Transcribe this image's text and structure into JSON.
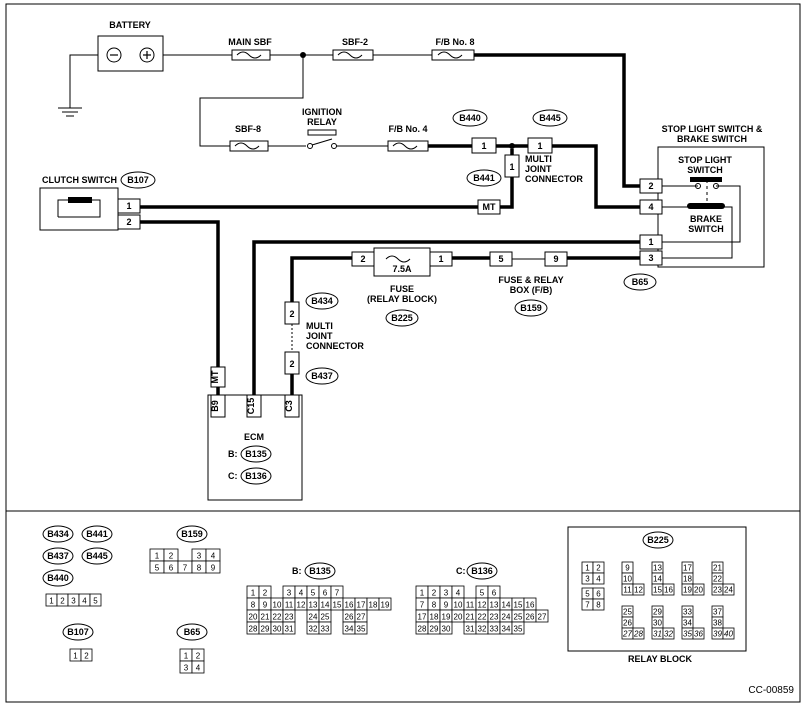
{
  "components": {
    "battery": "BATTERY",
    "main_sbf": "MAIN SBF",
    "sbf2": "SBF-2",
    "fb8": "F/B No. 8",
    "sbf8": "SBF-8",
    "ignition_relay_1": "IGNITION",
    "ignition_relay_2": "RELAY",
    "fb4": "F/B No. 4",
    "stop_light_brake_1": "STOP LIGHT SWITCH &",
    "stop_light_brake_2": "BRAKE SWITCH",
    "stop_light_switch_1": "STOP LIGHT",
    "stop_light_switch_2": "SWITCH",
    "brake_switch_1": "BRAKE",
    "brake_switch_2": "SWITCH",
    "clutch_switch": "CLUTCH SWITCH",
    "mjc_top_1": "MULTI",
    "mjc_top_2": "JOINT",
    "mjc_top_3": "CONNECTOR",
    "fuse_value": "7.5A",
    "fuse_1": "FUSE",
    "fuse_2": "(RELAY BLOCK)",
    "fuse_relay_1": "FUSE & RELAY",
    "fuse_relay_2": "BOX (F/B)",
    "mjc_bot_1": "MULTI",
    "mjc_bot_2": "JOINT",
    "mjc_bot_3": "CONNECTOR",
    "ecm": "ECM",
    "ecm_b": "B:",
    "ecm_c": "C:",
    "relay_block": "RELAY BLOCK",
    "b135_prefix": "B:",
    "b136_prefix": "C:"
  },
  "connectors": {
    "b440": "B440",
    "b445": "B445",
    "b441": "B441",
    "b107": "B107",
    "b65": "B65",
    "b225": "B225",
    "b159": "B159",
    "b434": "B434",
    "b437": "B437",
    "b135": "B135",
    "b136": "B136"
  },
  "pins": {
    "mt": "MT",
    "b9": "B9",
    "c15": "C15",
    "c3": "C3",
    "p1": "1",
    "p2": "2",
    "p3": "3",
    "p4": "4",
    "p5": "5",
    "p9": "9"
  },
  "legend": {
    "mjc_row": "1 2 3 4 5",
    "b159_rows": [
      [
        "1",
        "2",
        "",
        "3",
        "4"
      ],
      [
        "5",
        "6",
        "7",
        "8",
        "9"
      ]
    ],
    "b107_row": [
      "1",
      "2"
    ],
    "b65_rows": [
      [
        "1",
        "2"
      ],
      [
        "3",
        "4"
      ]
    ],
    "b135_rows": [
      [
        "1",
        "2",
        "",
        "3",
        "4",
        "5",
        "6",
        "7"
      ],
      [
        "8",
        "9",
        "10",
        "11",
        "12",
        "13",
        "14",
        "15",
        "16",
        "17",
        "18",
        "19"
      ],
      [
        "20",
        "21",
        "22",
        "23",
        "",
        "24",
        "25",
        "",
        "26",
        "27"
      ],
      [
        "28",
        "29",
        "30",
        "31",
        "",
        "32",
        "33",
        "",
        "34",
        "35"
      ]
    ],
    "b136_rows": [
      [
        "1",
        "2",
        "3",
        "4",
        "",
        "5",
        "6"
      ],
      [
        "7",
        "8",
        "9",
        "10",
        "11",
        "12",
        "13",
        "14",
        "15",
        "16"
      ],
      [
        "17",
        "18",
        "19",
        "20",
        "21",
        "22",
        "23",
        "24",
        "25",
        "26",
        "27"
      ],
      [
        "28",
        "29",
        "30",
        "",
        "31",
        "32",
        "33",
        "34",
        "35"
      ]
    ],
    "b225_cells": [
      "1",
      "2",
      "3",
      "4",
      "5",
      "6",
      "7",
      "8",
      "9",
      "10",
      "11",
      "12",
      "13",
      "14",
      "15",
      "16",
      "17",
      "18",
      "19",
      "20",
      "21",
      "22",
      "23",
      "24",
      "25",
      "26",
      "27",
      "28",
      "29",
      "30",
      "31",
      "32",
      "33",
      "34",
      "35",
      "36",
      "37",
      "38",
      "39",
      "40"
    ]
  },
  "figure_code": "CC-00859"
}
